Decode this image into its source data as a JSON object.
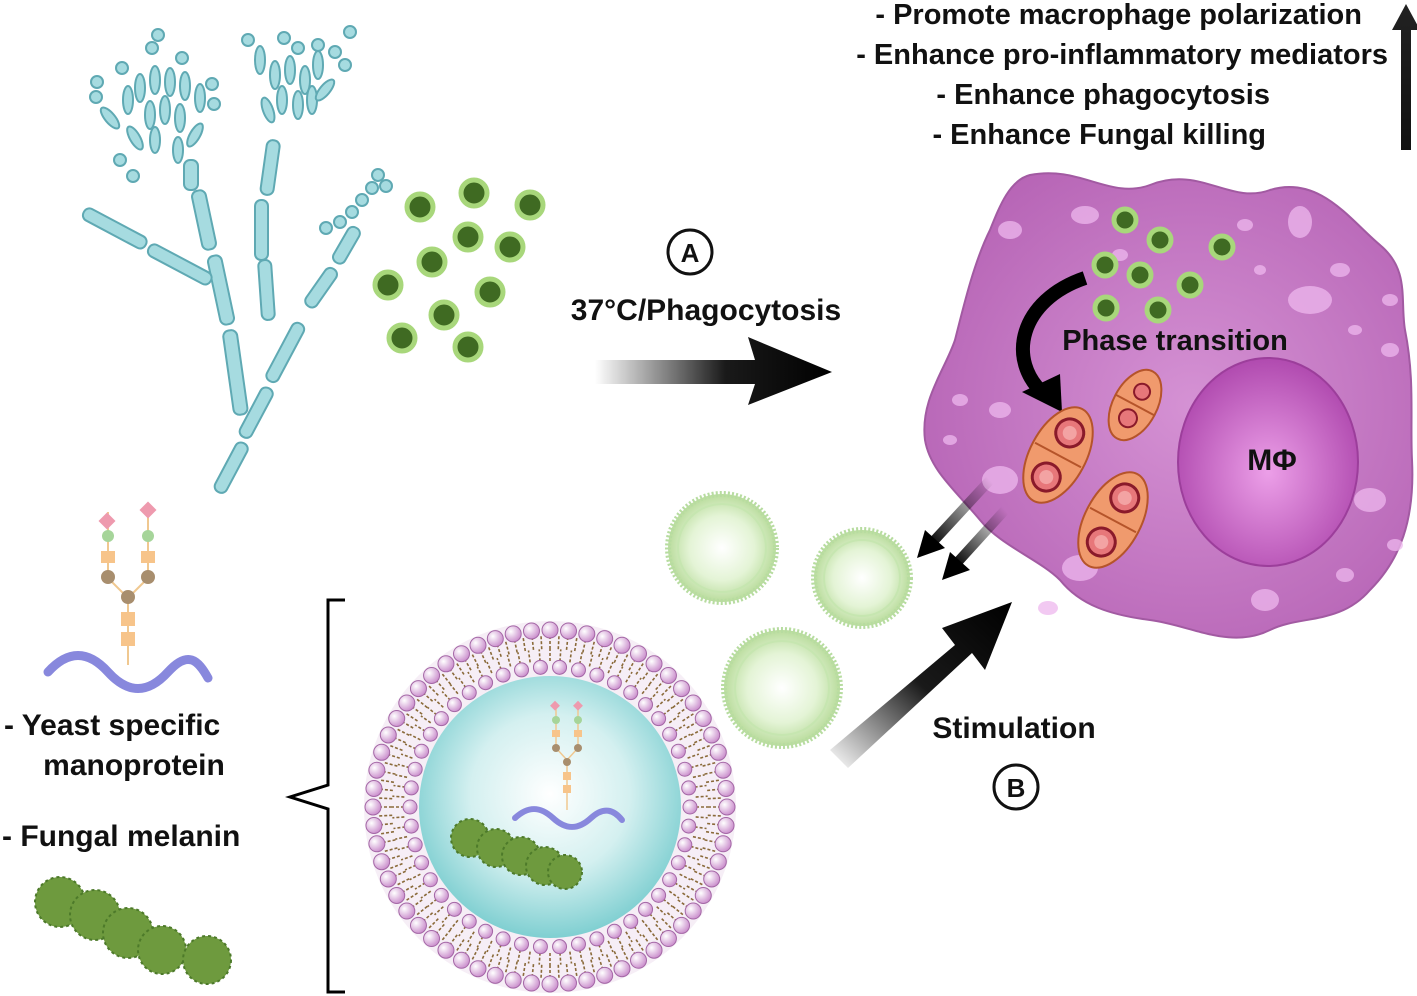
{
  "effects": [
    "- Promote macrophage polarization",
    "- Enhance pro-inflammatory mediators",
    "- Enhance phagocytosis",
    "- Enhance Fungal killing"
  ],
  "step_a": {
    "marker": "A",
    "label": "37°C/Phagocytosis"
  },
  "step_b": {
    "marker": "B",
    "label": "Stimulation"
  },
  "macrophage": {
    "label": "MΦ",
    "process_label": "Phase transition"
  },
  "cargo": {
    "manoprotein_label_line1": "- Yeast specific",
    "manoprotein_label_line2": "manoprotein",
    "melanin_label": "- Fungal melanin"
  },
  "colors": {
    "hyphae": "#a6dbe0",
    "hyphae_stroke": "#5fa9b3",
    "conidia_fill": "#3f6a22",
    "conidia_ring": "#a8d77b",
    "macrophage": "#c87cc8",
    "nucleus": "#b553b3",
    "yeast": "#f09a6d",
    "vesicle": "#cfe9b8",
    "lipid_head": "#d79ad8",
    "lumen": "#a8dfe0",
    "melanin": "#6e9a3e",
    "protein": "#8888dd"
  },
  "icons": [
    "fungus-hyphae-icon",
    "conidia-icon",
    "macrophage-icon",
    "extracellular-vesicle-icon",
    "manoprotein-icon",
    "melanin-icon"
  ]
}
